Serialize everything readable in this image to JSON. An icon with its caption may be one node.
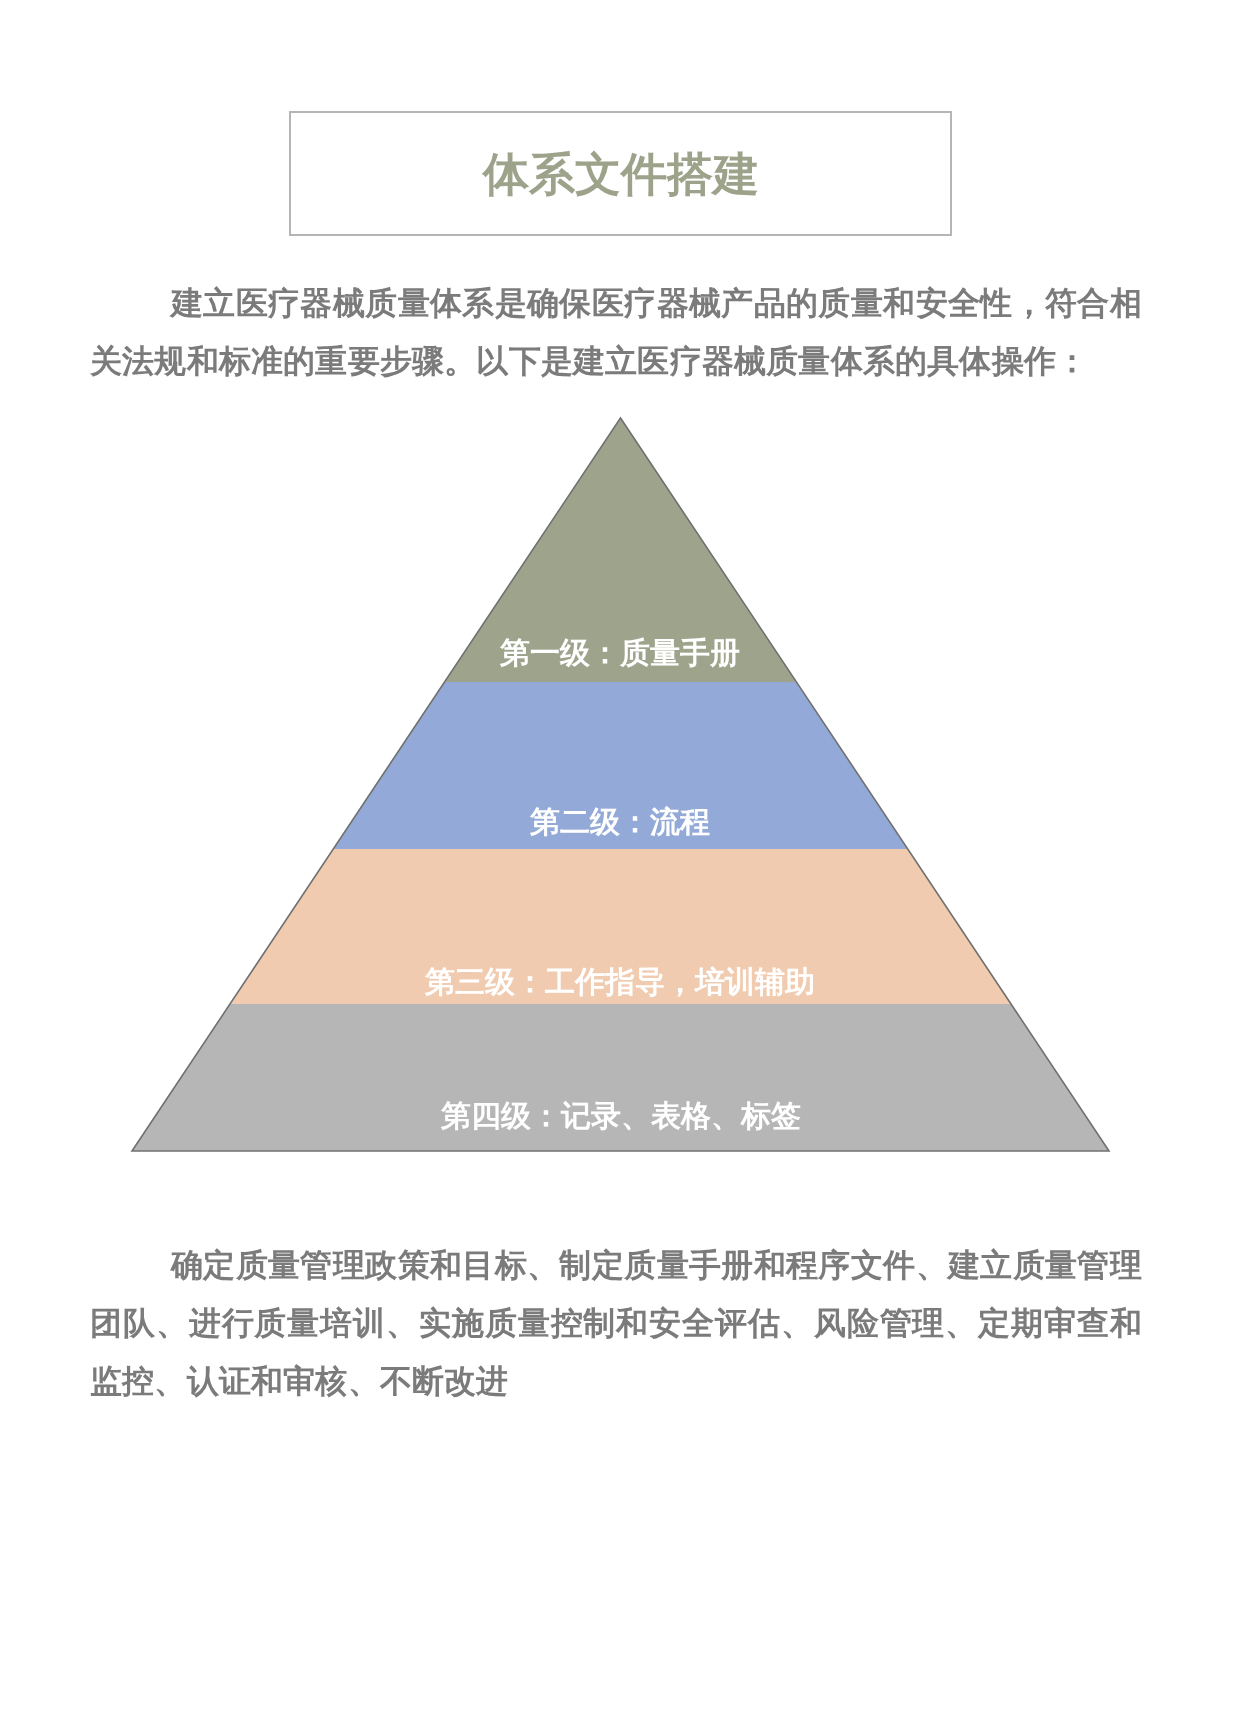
{
  "diagram": {
    "title": "体系文件搭建",
    "nodes": [
      {
        "text": [
          "第一级：质量手册"
        ]
      },
      {
        "text": [
          "第二级：流程"
        ]
      },
      {
        "text": [
          "第三级：工作指导，培训辅助"
        ]
      },
      {
        "text": [
          "第四级：记录、表格、标签"
        ]
      }
    ],
    "labels": [
      "建立医疗器械质量体系是确保医疗器械产品的质量和安全性，符合相关法规和标准的重要步骤。以下是建立医疗器械质量体系的具体操作：",
      "确定质量管理政策和目标、制定质量手册和程序文件、建立质量管理团队、进行质量培训、实施质量控制和安全评估、风险管理、定期审查和监控、认证和审核、不断改进"
    ]
  }
}
